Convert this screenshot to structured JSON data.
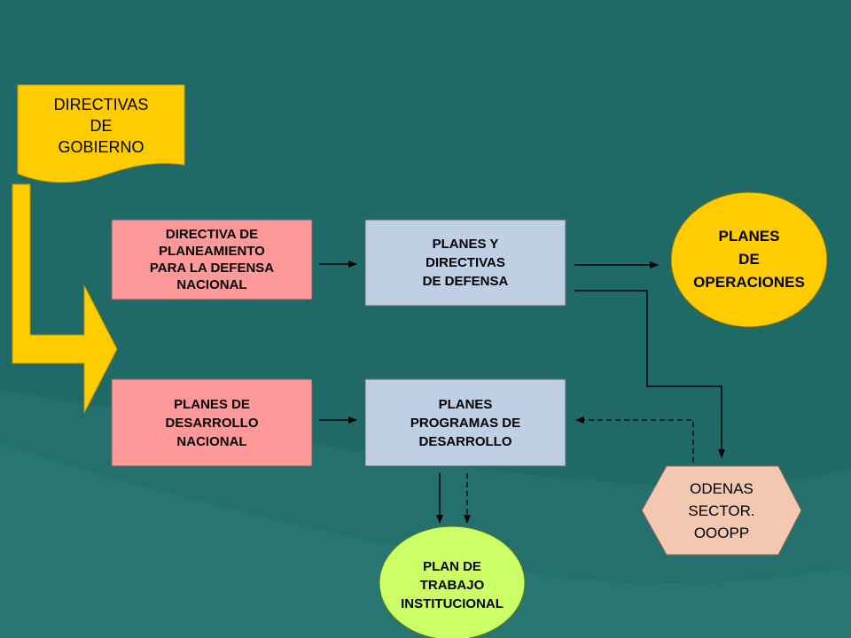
{
  "nodes": {
    "directivas_gobierno": "DIRECTIVAS\nDE\nGOBIERNO",
    "directiva_planeamiento": "DIRECTIVA DE\nPLANEAMIENTO\nPARA LA DEFENSA\nNACIONAL",
    "planes_directivas_defensa": "PLANES Y\nDIRECTIVAS\nDE DEFENSA",
    "planes_operaciones": "PLANES\nDE\nOPERACIONES",
    "planes_desarrollo_nacional": "PLANES DE\nDESARROLLO\nNACIONAL",
    "planes_programas_desarrollo": "PLANES\nPROGRAMAS DE\nDESARROLLO",
    "ordenes_sector": "ODENAS\nSECTOR.\nOOOPP",
    "plan_trabajo_institucional": "PLAN DE\nTRABAJO\nINSTITUCIONAL"
  },
  "colors": {
    "background": "#1f6a67",
    "yellow": "#ffcc00",
    "pink": "#ff9999",
    "light_blue": "#c0d0e4",
    "peach": "#f2c9b0",
    "lime": "#ccff66"
  }
}
